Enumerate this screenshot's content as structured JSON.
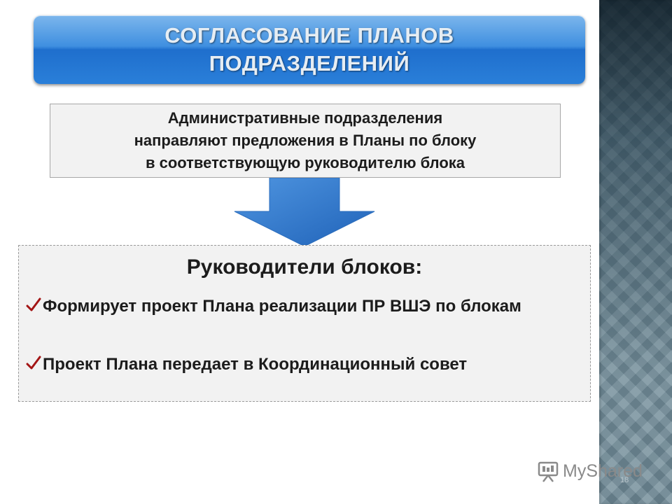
{
  "slide": {
    "title": "СОГЛАСОВАНИЕ ПЛАНОВ\nПОДРАЗДЕЛЕНИЙ",
    "top_box_text": "Административные подразделения\nнаправляют предложения в Планы по блоку\nв соответствующую  руководителю блока",
    "bottom_box": {
      "heading": "Руководители блоков:",
      "bullets": [
        "Формирует проект Плана реализации ПР ВШЭ по блокам",
        "Проект Плана передает в Координационный совет"
      ]
    },
    "slide_number": "18"
  },
  "watermark": {
    "text": "MyShared"
  },
  "colors": {
    "title_bar": "#2a7fd9",
    "arrow": "#2f78cf",
    "check": "#a31515",
    "side_panel": "#4f6b79"
  },
  "icons": {
    "arrow": "down-arrow-icon",
    "check": "checkmark-icon",
    "watermark": "presentation-icon"
  }
}
